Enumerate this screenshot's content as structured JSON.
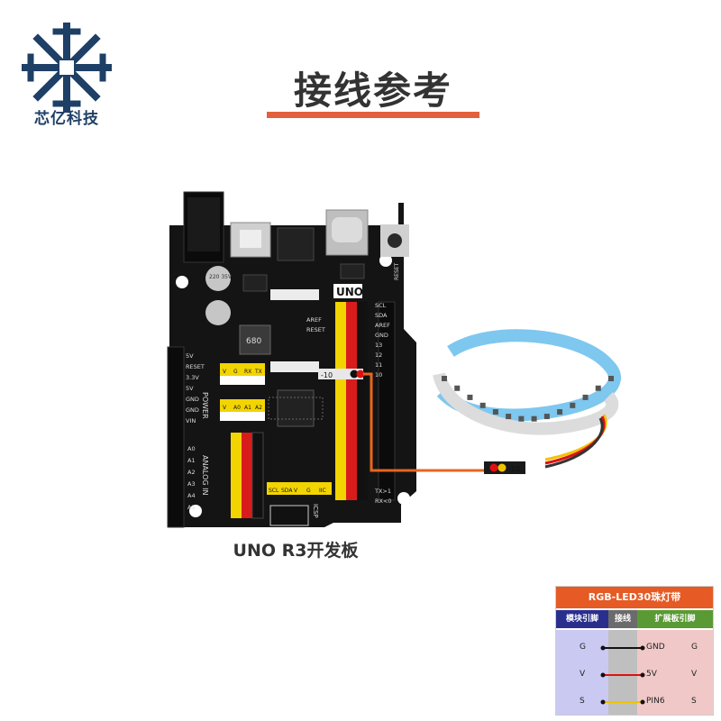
{
  "logo": {
    "icon": "snowflake-logo-icon",
    "text": "芯亿科技",
    "color": "#1e3f66"
  },
  "title": {
    "text": "接线参考",
    "accent_color": "#e2603c"
  },
  "board": {
    "caption": "UNO R3开发板",
    "logo_label": "UNO",
    "power_label": "POWER",
    "analog_label": "ANALOG IN",
    "power_pins": [
      "5V",
      "RESET",
      "3.3V",
      "5V",
      "GND",
      "GND",
      "VIN"
    ],
    "analog_pins": [
      "A0",
      "A1",
      "A2",
      "A3",
      "A4",
      "A5"
    ],
    "digital_right_top": [
      "SCL",
      "SDA",
      "AREF",
      "GND",
      "13",
      "12",
      "11",
      "10"
    ],
    "digital_right_bottom": [
      "TX>1",
      "RX<0"
    ],
    "left_header_labels": [
      "AREF",
      "RESET"
    ],
    "icsp_label": "ICSP",
    "cap_label": "220 35V",
    "inductor_label": "680",
    "mini_header_labels": [
      "V",
      "G",
      "RX",
      "TX"
    ],
    "mini_header2_labels": [
      "V",
      "A0",
      "A1",
      "A2"
    ],
    "bottom_labels": [
      "SCL",
      "SDA",
      "V",
      "G",
      "IIC"
    ],
    "connector_label": "-10",
    "reset_label": "RESET"
  },
  "strip": {
    "connector_label": "-10"
  },
  "wires": {
    "black": "#111111",
    "red": "#e01010",
    "orange": "#e8661c",
    "yellow": "#f2c200"
  },
  "table": {
    "title": "RGB-LED30珠灯带",
    "headers": {
      "module": "模块引脚",
      "wire": "接线",
      "board": "扩展板引脚"
    },
    "rows": [
      {
        "module_pin": "G",
        "board_pin": "GND",
        "board_side": "G",
        "wire_color": "#111111"
      },
      {
        "module_pin": "V",
        "board_pin": "5V",
        "board_side": "V",
        "wire_color": "#e01010"
      },
      {
        "module_pin": "S",
        "board_pin": "PIN6",
        "board_side": "S",
        "wire_color": "#f2c200"
      }
    ]
  }
}
